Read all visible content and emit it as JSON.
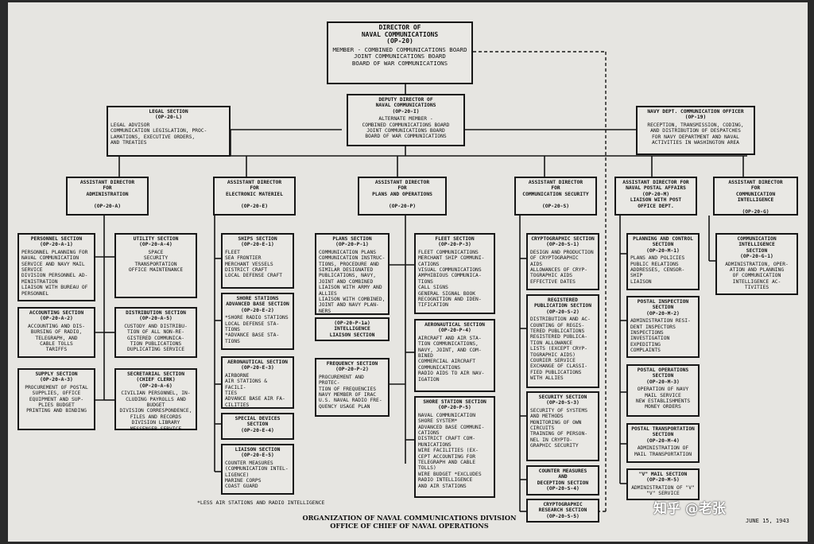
{
  "director": {
    "title": "DIRECTOR OF\nNAVAL COMMUNICATIONS\n(OP-20)",
    "body": "MEMBER - COMBINED COMMUNICATIONS BOARD\nJOINT COMMUNICATIONS BOARD\nBOARD OF WAR COMMUNICATIONS"
  },
  "deputy": {
    "title": "DEPUTY DIRECTOR OF\nNAVAL COMMUNICATIONS\n(OP-20-I)",
    "body": "ALTERNATE MEMBER -\nCOMBINED COMMUNICATIONS BOARD\nJOINT COMMUNICATIONS BOARD\nBOARD OF WAR COMMUNICATIONS"
  },
  "legal": {
    "title": "LEGAL SECTION\n(OP-20-L)",
    "body": "LEGAL ADVISOR\nCOMMUNICATION LEGISLATION, PROC-\nLAMATIONS, EXECUTIVE ORDERS,\nAND TREATIES"
  },
  "navy_dept": {
    "title": "NAVY DEPT. COMMUNICATION OFFICER\n(OP-19)",
    "body": "RECEPTION, TRANSMISSION, CODING,\nAND DISTRIBUTION OF DESPATCHES\nFOR NAVY DEPARTMENT AND NAVAL\nACTIVITIES IN WASHINGTON AREA"
  },
  "asst_admin": {
    "title": "ASSISTANT DIRECTOR\nFOR\nADMINISTRATION\n\n(OP-20-A)"
  },
  "asst_elec": {
    "title": "ASSISTANT DIRECTOR\nFOR\nELECTRONIC MATERIEL\n\n(OP-20-E)"
  },
  "asst_plans": {
    "title": "ASSISTANT DIRECTOR\nFOR\nPLANS AND OPERATIONS\n\n(OP-20-P)"
  },
  "asst_sec": {
    "title": "ASSISTANT DIRECTOR\nFOR\nCOMMUNICATION SECURITY\n\n(OP-20-S)"
  },
  "asst_postal": {
    "title": "ASSISTANT DIRECTOR FOR\nNAVAL POSTAL AFFAIRS\n(OP-20-M)\nLIAISON WITH POST\nOFFICE DEPT."
  },
  "asst_intel": {
    "title": "ASSISTANT DIRECTOR\nFOR\nCOMMUNICATION INTELLIGENCE\n\n(OP-20-G)"
  },
  "sections": {
    "personnel": {
      "title": "PERSONNEL SECTION\n(OP-20-A-1)",
      "body": "PERSONNEL PLANNING FOR\nNAVAL COMMUNICATION\nSERVICE AND NAVY MAIL\nSERVICE\nDIVISION PERSONNEL AD-\nMINISTRATION\nLIAISON WITH BUREAU OF\nPERSONNEL"
    },
    "accounting": {
      "title": "ACCOUNTING SECTION\n(OP-20-A-2)",
      "body": "ACCOUNTING AND DIS-\nBURSING OF RADIO,\nTELEGRAPH, AND\nCABLE TOLLS\nTARIFFS"
    },
    "supply": {
      "title": "SUPPLY SECTION\n(OP-20-A-3)",
      "body": "PROCUREMENT OF POSTAL\nSUPPLIES, OFFICE\nEQUIPMENT AND SUP-\nPLIES BUDGET\nPRINTING AND BINDING"
    },
    "utility": {
      "title": "UTILITY SECTION\n(OP-20-A-4)",
      "body": "SPACE\nSECURITY\nTRANSPORTATION\nOFFICE MAINTENANCE"
    },
    "distribution": {
      "title": "DISTRIBUTION SECTION\n(OP-20-A-5)",
      "body": "CUSTODY AND DISTRIBU-\nTION OF ALL NON-RE-\nGISTERED COMMUNICA-\nTION PUBLICATIONS\nDUPLICATING SERVICE"
    },
    "secretarial": {
      "title": "SECRETARIAL SECTION\n(CHIEF CLERK)\n(OP-20-A-6)",
      "body": "CIVILIAN PERSONNEL, IN-\nCLUDING PAYROLLS AND\nBUDGET\nDIVISION CORRESPONDENCE,\nFILES AND RECORDS\nDIVISION LIBRARY\nMESSENGER SERVICE"
    },
    "ships": {
      "title": "SHIPS SECTION\n(OP-20-E-1)",
      "body": "FLEET\nSEA FRONTIER\nMERCHANT VESSELS\nDISTRICT CRAFT\nLOCAL DEFENSE CRAFT"
    },
    "shore_stations": {
      "title": "SHORE STATIONS\nADVANCED BASE SECTION\n(OP-20-E-2)",
      "body": "*SHORE RADIO STATIONS\nLOCAL DEFENSE STA-\nTIONS\n*ADVANCE BASE STA-\nTIONS"
    },
    "aero_e": {
      "title": "AERONAUTICAL SECTION\n(OP-20-E-3)",
      "body": "AIRBORNE\nAIR STATIONS & FACILI-\nTIES\nADVANCE BASE AIR FA-\nCILITIES"
    },
    "special_devices": {
      "title": "SPECIAL DEVICES\nSECTION\n(OP-20-E-4)",
      "body": ""
    },
    "liaison": {
      "title": "LIAISON SECTION\n(OP-20-E-5)",
      "body": "COUNTER MEASURES\n(COMMUNICATION INTEL-\nLIGENCE)\nMARINE CORPS\nCOAST GUARD"
    },
    "plans": {
      "title": "PLANS SECTION\n(OP-20-P-1)",
      "body": "COMMUNICATION PLANS\nCOMMUNICATION INSTRUC-\nTIONS, PROCEDURE AND\nSIMILAR DESIGNATED\nPUBLICATIONS, NAVY,\nJOINT AND COMBINED\nLIAISON WITH ARMY AND\nALLIES\nLIAISON WITH COMBINED,\nJOINT AND NAVY PLAN-\nNERS"
    },
    "intel_liaison": {
      "title": "(OP-20-P-1a)\nINTELLIGENCE\nLIAISON SECTION",
      "body": ""
    },
    "frequency": {
      "title": "FREQUENCY SECTION\n(OP-20-P-2)",
      "body": "PROCUREMENT AND PROTEC-\nTION OF FREQUENCIES\nNAVY MEMBER OF IRAC\nU.S. NAVAL RADIO FRE-\nQUENCY USAGE PLAN"
    },
    "fleet": {
      "title": "FLEET SECTION\n(OP-20-P-3)",
      "body": "FLEET COMMUNICATIONS\nMERCHANT SHIP COMMUNI-\nCATIONS\nVISUAL COMMUNICATIONS\nAMPHIBIOUS COMMUNICA-\nTIONS\nCALL SIGNS\nGENERAL SIGNAL BOOK\nRECOGNITION AND IDEN-\nTIFICATION"
    },
    "aero_p": {
      "title": "AERONAUTICAL SECTION\n(OP-20-P-4)",
      "body": "AIRCRAFT AND AIR STA-\nTION COMMUNICATIONS,\nNAVY, JOINT, AND COM-\nBINED\nCOMMERCIAL AIRCRAFT\nCOMMUNICATIONS\nRADIO AIDS TO AIR NAV-\nIGATION"
    },
    "shore_station": {
      "title": "SHORE STATION SECTION\n(OP-20-P-5)",
      "body": "NAVAL COMMUNICATION\nSHORE SYSTEM*\nADVANCED BASE COMMUNI-\nCATIONS\nDISTRICT CRAFT COM-\nMUNICATIONS\nWIRE FACILITIES (EX-\nCEPT ACCOUNTING FOR\nTELEGRAPH AND CABLE\nTOLLS)\nWIRE BUDGET *EXCLUDES\nRADIO INTELLIGENCE\nAND AIR STATIONS"
    },
    "crypto": {
      "title": "CRYPTOGRAPHIC SECTION\n(OP-20-S-1)",
      "body": "DESIGN AND PRODUCTION\nOF CRYPTOGRAPHIC\nAIDS\nALLOWANCES OF CRYP-\nTOGRAPHIC AIDS\nEFFECTIVE DATES"
    },
    "registered": {
      "title": "REGISTERED\nPUBLICATION SECTION\n(OP-20-S-2)",
      "body": "DISTRIBUTION AND AC-\nCOUNTING OF REGIS-\nTERED PUBLICATIONS\nREGISTERED PUBLICA-\nTION ALLOWANCE\nLISTS (EXCEPT CRYP-\nTOGRAPHIC AIDS)\nCOURIER SERVICE\nEXCHANGE OF CLASSI-\nFIED PUBLICATIONS\nWITH ALLIES"
    },
    "security": {
      "title": "SECURITY SECTION\n(OP-20-S-3)",
      "body": "SECURITY OF SYSTEMS\nAND METHODS\nMONITORING OF OWN\nCIRCUITS\nTRAINING OF PERSON-\nNEL IN CRYPTO-\nGRAPHIC SECURITY"
    },
    "counter": {
      "title": "COUNTER MEASURES\nAND\nDECEPTION SECTION\n(OP-20-S-4)",
      "body": ""
    },
    "crypto_research": {
      "title": "CRYPTOGRAPHIC\nRESEARCH SECTION\n(OP-20-S-5)",
      "body": ""
    },
    "planning_control": {
      "title": "PLANNING AND CONTROL\nSECTION\n(OP-20-M-1)",
      "body": "PLANS AND POLICIES\nPUBLIC RELATIONS\nADDRESSES, CENSOR-\nSHIP\nLIAISON"
    },
    "postal_inspection": {
      "title": "POSTAL INSPECTION\nSECTION\n(OP-20-M-2)",
      "body": "ADMINISTRATION RESI-\nDENT INSPECTORS\nINSPECTIONS\nINVESTIGATION\nEXPEDITING\nCOMPLAINTS"
    },
    "postal_operations": {
      "title": "POSTAL OPERATIONS\nSECTION\n(OP-20-M-3)",
      "body": "OPERATION OF NAVY\nMAIL SERVICE\nNEW ESTABLISHMENTS\nMONEY ORDERS"
    },
    "postal_transport": {
      "title": "POSTAL TRANSPORTATION\nSECTION\n(OP-20-M-4)",
      "body": "ADMINISTRATION OF\nMAIL TRANSPORTATION"
    },
    "v_mail": {
      "title": "\"V\" MAIL SECTION\n(OP-20-M-5)",
      "body": "ADMINISTRATION OF \"V\"\n\"V\" SERVICE"
    },
    "comm_intel": {
      "title": "COMMUNICATION\nINTELLIGENCE\nSECTION\n(OP-20-G-1)",
      "body": "ADMINISTRATION, OPER-\nATION AND PLANNING\nOF COMMUNICATION\nINTELLIGENCE AC-\nTIVITIES"
    }
  },
  "footnote": "*LESS AIR STATIONS AND RADIO INTELLIGENCE",
  "caption": "ORGANIZATION OF NAVAL COMMUNICATIONS DIVISION\nOFFICE OF CHIEF OF NAVAL OPERATIONS",
  "date": "JUNE 15, 1943",
  "watermark": "知乎 @老张"
}
